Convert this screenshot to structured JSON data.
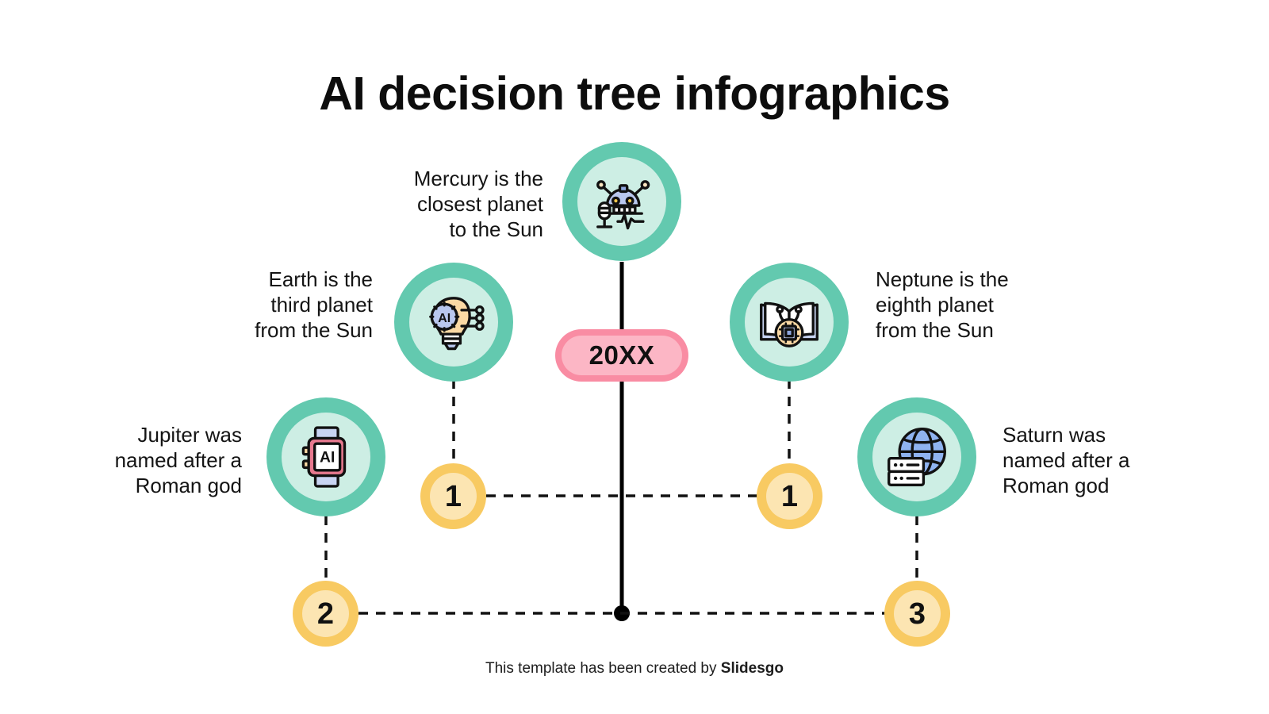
{
  "slide": {
    "title": "AI decision tree infographics",
    "background_color": "#ffffff"
  },
  "theme": {
    "teal_ring": "#63c9af",
    "teal_inner": "#cdeee4",
    "amber_ring": "#f8ca62",
    "amber_inner": "#fce5b2",
    "pink_outer": "#f98ca3",
    "pink_inner": "#fcb6c5",
    "text_color": "#141414",
    "trunk_color": "#000000"
  },
  "year_badge": {
    "label": "20XX"
  },
  "captions": [
    {
      "id": "mercury",
      "text": "Mercury is the closest planet to the Sun",
      "lines": [
        "Mercury is the",
        "closest planet",
        "to the Sun"
      ],
      "align": "right"
    },
    {
      "id": "earth",
      "text": "Earth is the third planet from the Sun",
      "lines": [
        "Earth is the",
        "third planet",
        "from the Sun"
      ],
      "align": "right"
    },
    {
      "id": "neptune",
      "text": "Neptune is the eighth planet from the Sun",
      "lines": [
        "Neptune is the",
        "eighth planet",
        "from the Sun"
      ],
      "align": "left"
    },
    {
      "id": "jupiter",
      "text": "Jupiter was named after a Roman god",
      "lines": [
        "Jupiter was",
        "named after a",
        "Roman god"
      ],
      "align": "right"
    },
    {
      "id": "saturn",
      "text": "Saturn was named after a Roman god",
      "lines": [
        "Saturn was",
        "named after a",
        "Roman god"
      ],
      "align": "left"
    }
  ],
  "icon_nodes": [
    {
      "id": "top",
      "icon": "robot-assistant-icon"
    },
    {
      "id": "left-upper",
      "icon": "ai-lightbulb-icon"
    },
    {
      "id": "right-upper",
      "icon": "ai-book-chip-icon"
    },
    {
      "id": "left-lower",
      "icon": "ai-smartwatch-icon"
    },
    {
      "id": "right-lower",
      "icon": "globe-server-icon"
    }
  ],
  "number_nodes": [
    {
      "id": "num-left-upper",
      "label": "1"
    },
    {
      "id": "num-right-upper",
      "label": "1"
    },
    {
      "id": "num-left-lower",
      "label": "2"
    },
    {
      "id": "num-right-lower",
      "label": "3"
    }
  ],
  "footer": {
    "text_prefix": "This template has been created by ",
    "brand": "Slidesgo"
  }
}
